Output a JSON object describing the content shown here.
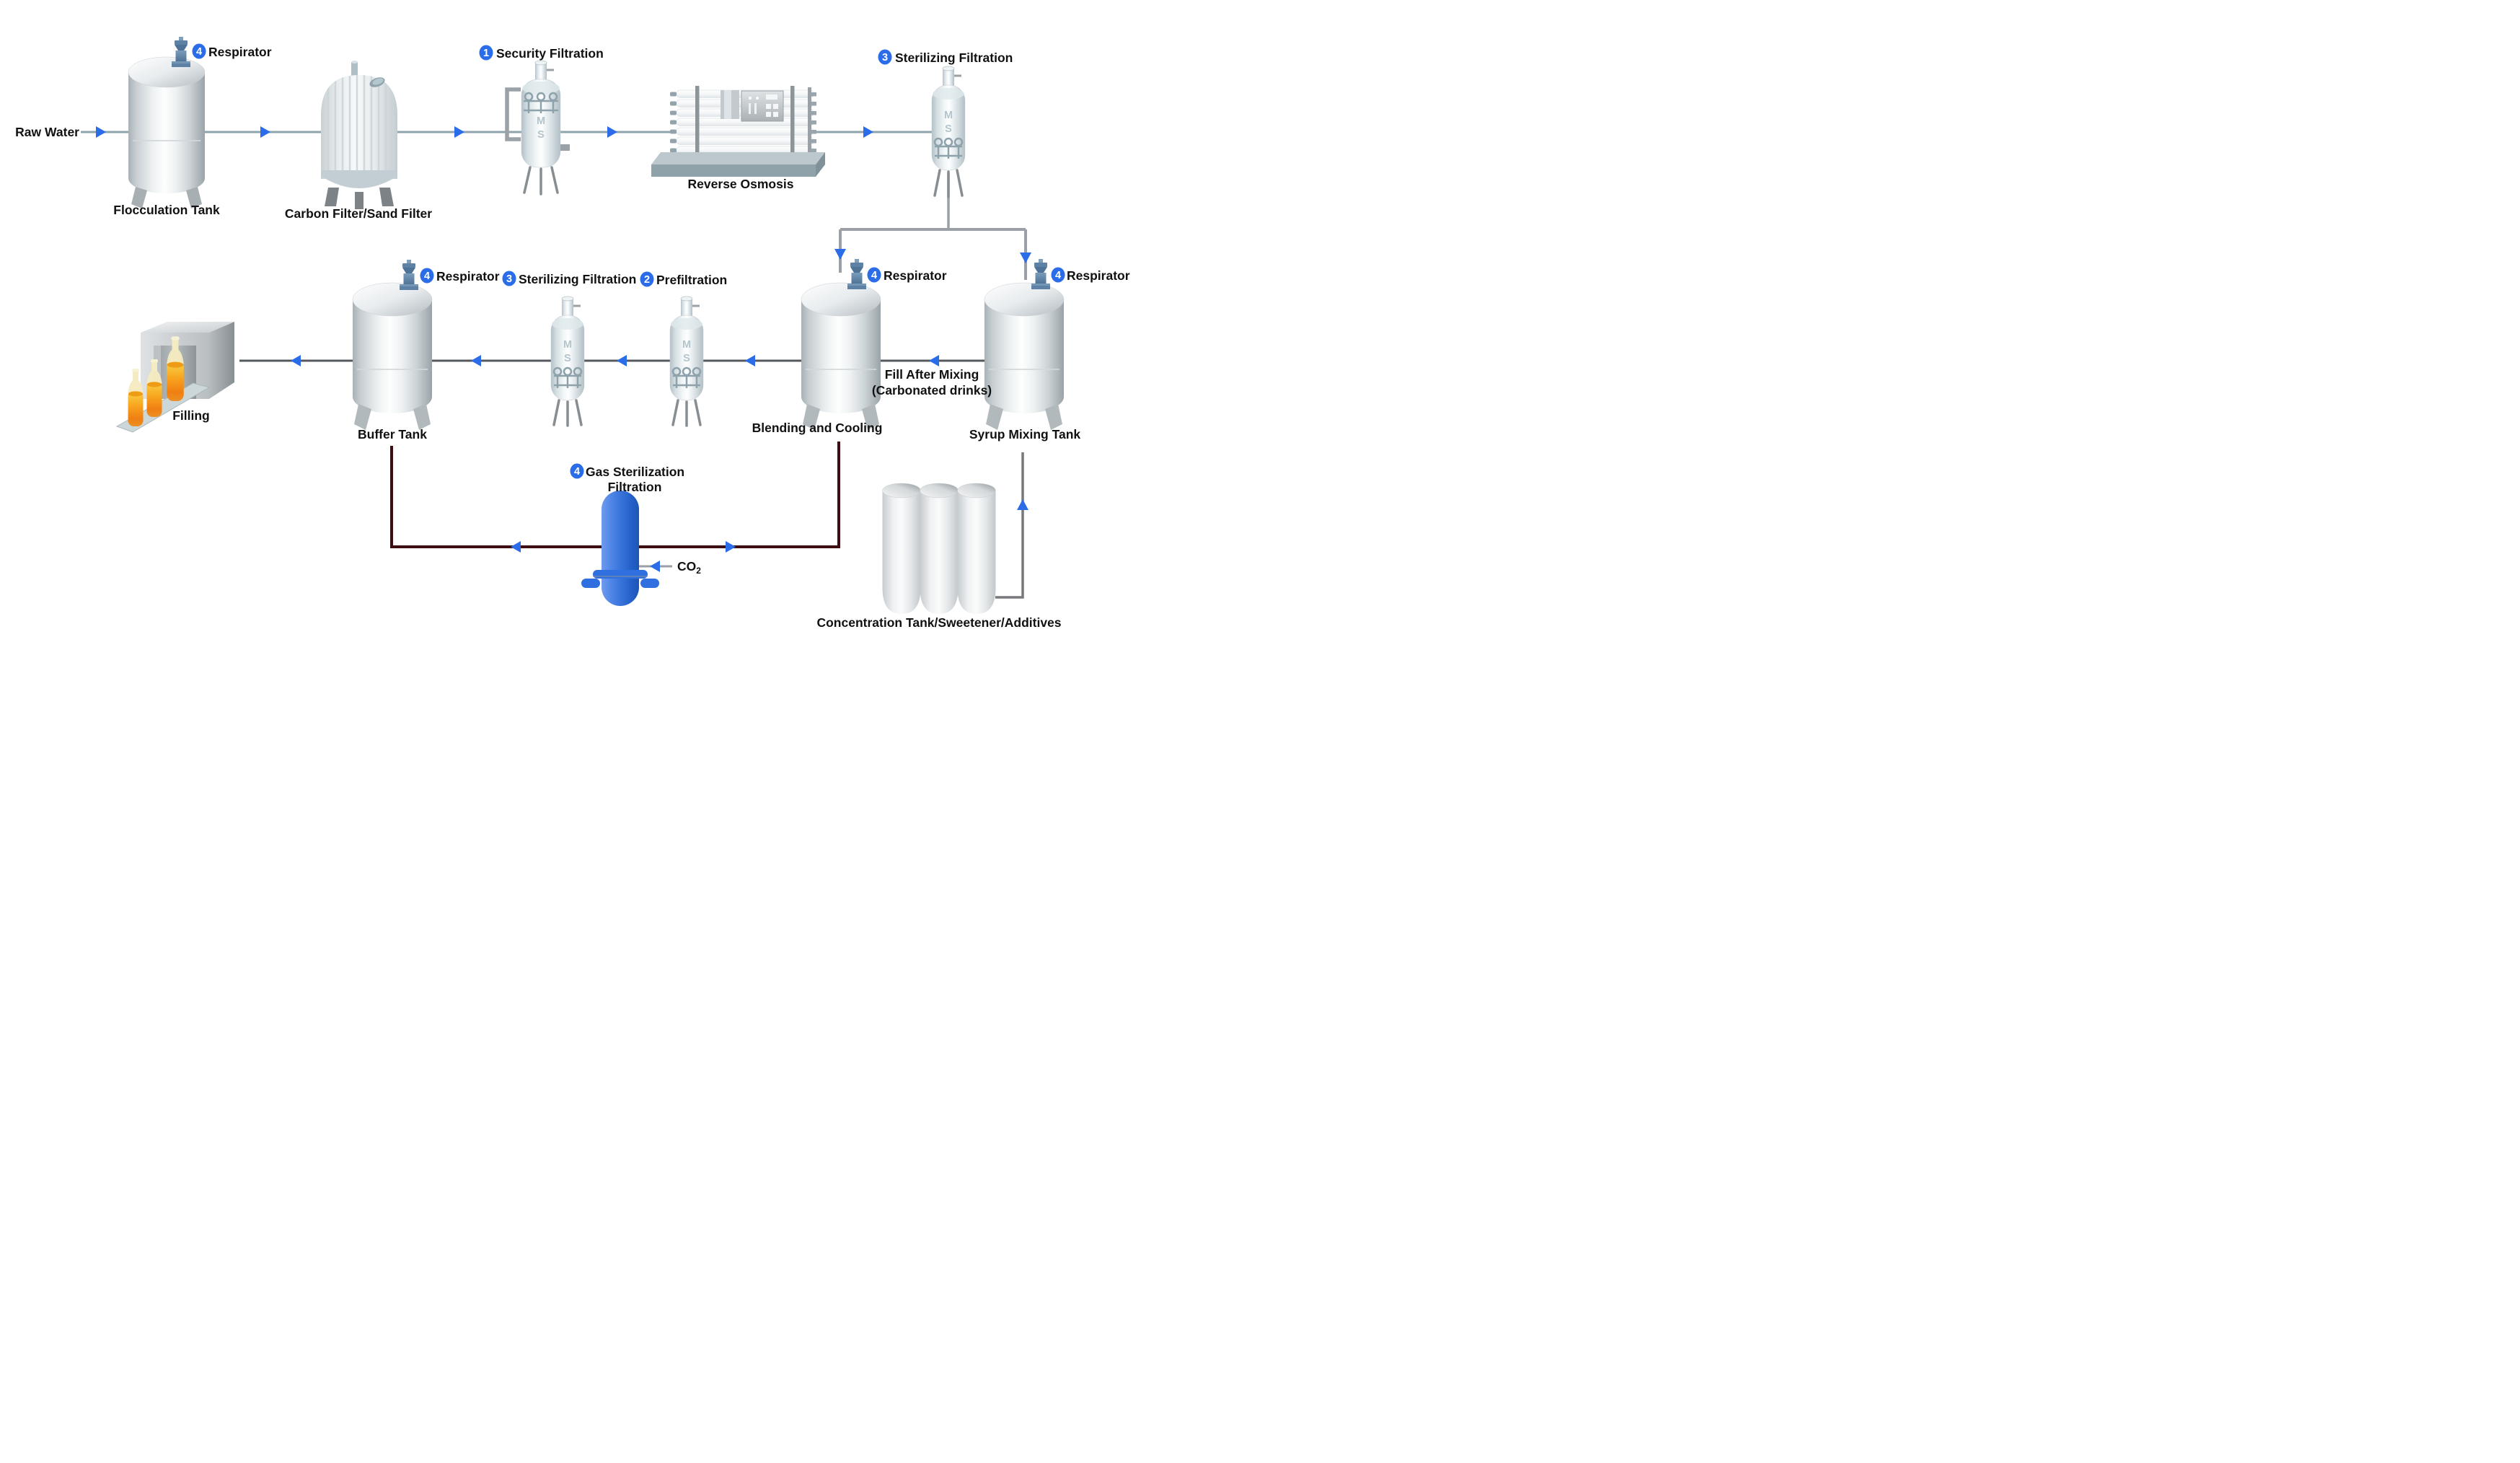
{
  "colors": {
    "accent_blue": "#2b6ce8",
    "pipe_blue_gray": "#8ea4ac",
    "pipe_gray": "#9aa0a6",
    "pipe_dark": "#55595e",
    "pipe_maroon": "#3d0d12",
    "capsule_blue": "#2f6fe0"
  },
  "vessel_marking": {
    "m": "M",
    "s": "S"
  },
  "nodes": {
    "raw_water": {
      "label": "Raw Water"
    },
    "flocculation": {
      "label": "Flocculation Tank",
      "respirator_badge": "4",
      "respirator_label": "Respirator"
    },
    "carbon_filter": {
      "label": "Carbon Filter/Sand Filter"
    },
    "security_filtration": {
      "badge": "1",
      "label": "Security Filtration"
    },
    "reverse_osmosis": {
      "label": "Reverse Osmosis"
    },
    "sterilizing_filtration_top": {
      "badge": "3",
      "label": "Sterilizing Filtration"
    },
    "filling": {
      "label": "Filling"
    },
    "buffer_tank": {
      "label": "Buffer Tank",
      "respirator_badge": "4",
      "respirator_label": "Respirator"
    },
    "sterilizing_filtration_mid": {
      "badge": "3",
      "label": "Sterilizing Filtration"
    },
    "prefiltration": {
      "badge": "2",
      "label": "Prefiltration"
    },
    "blending_cooling": {
      "label": "Blending and Cooling",
      "respirator_badge": "4",
      "respirator_label": "Respirator"
    },
    "syrup_mixing": {
      "label": "Syrup Mixing Tank",
      "respirator_badge": "4",
      "respirator_label": "Respirator"
    },
    "fill_after_mixing": {
      "line1": "Fill After Mixing",
      "line2": "(Carbonated drinks)"
    },
    "gas_sterilization": {
      "badge": "4",
      "label_line1": "Gas Sterilization",
      "label_line2": "Filtration"
    },
    "co2": {
      "label": "CO",
      "subscript": "2"
    },
    "concentration": {
      "label": "Concentration Tank/Sweetener/Additives"
    }
  }
}
